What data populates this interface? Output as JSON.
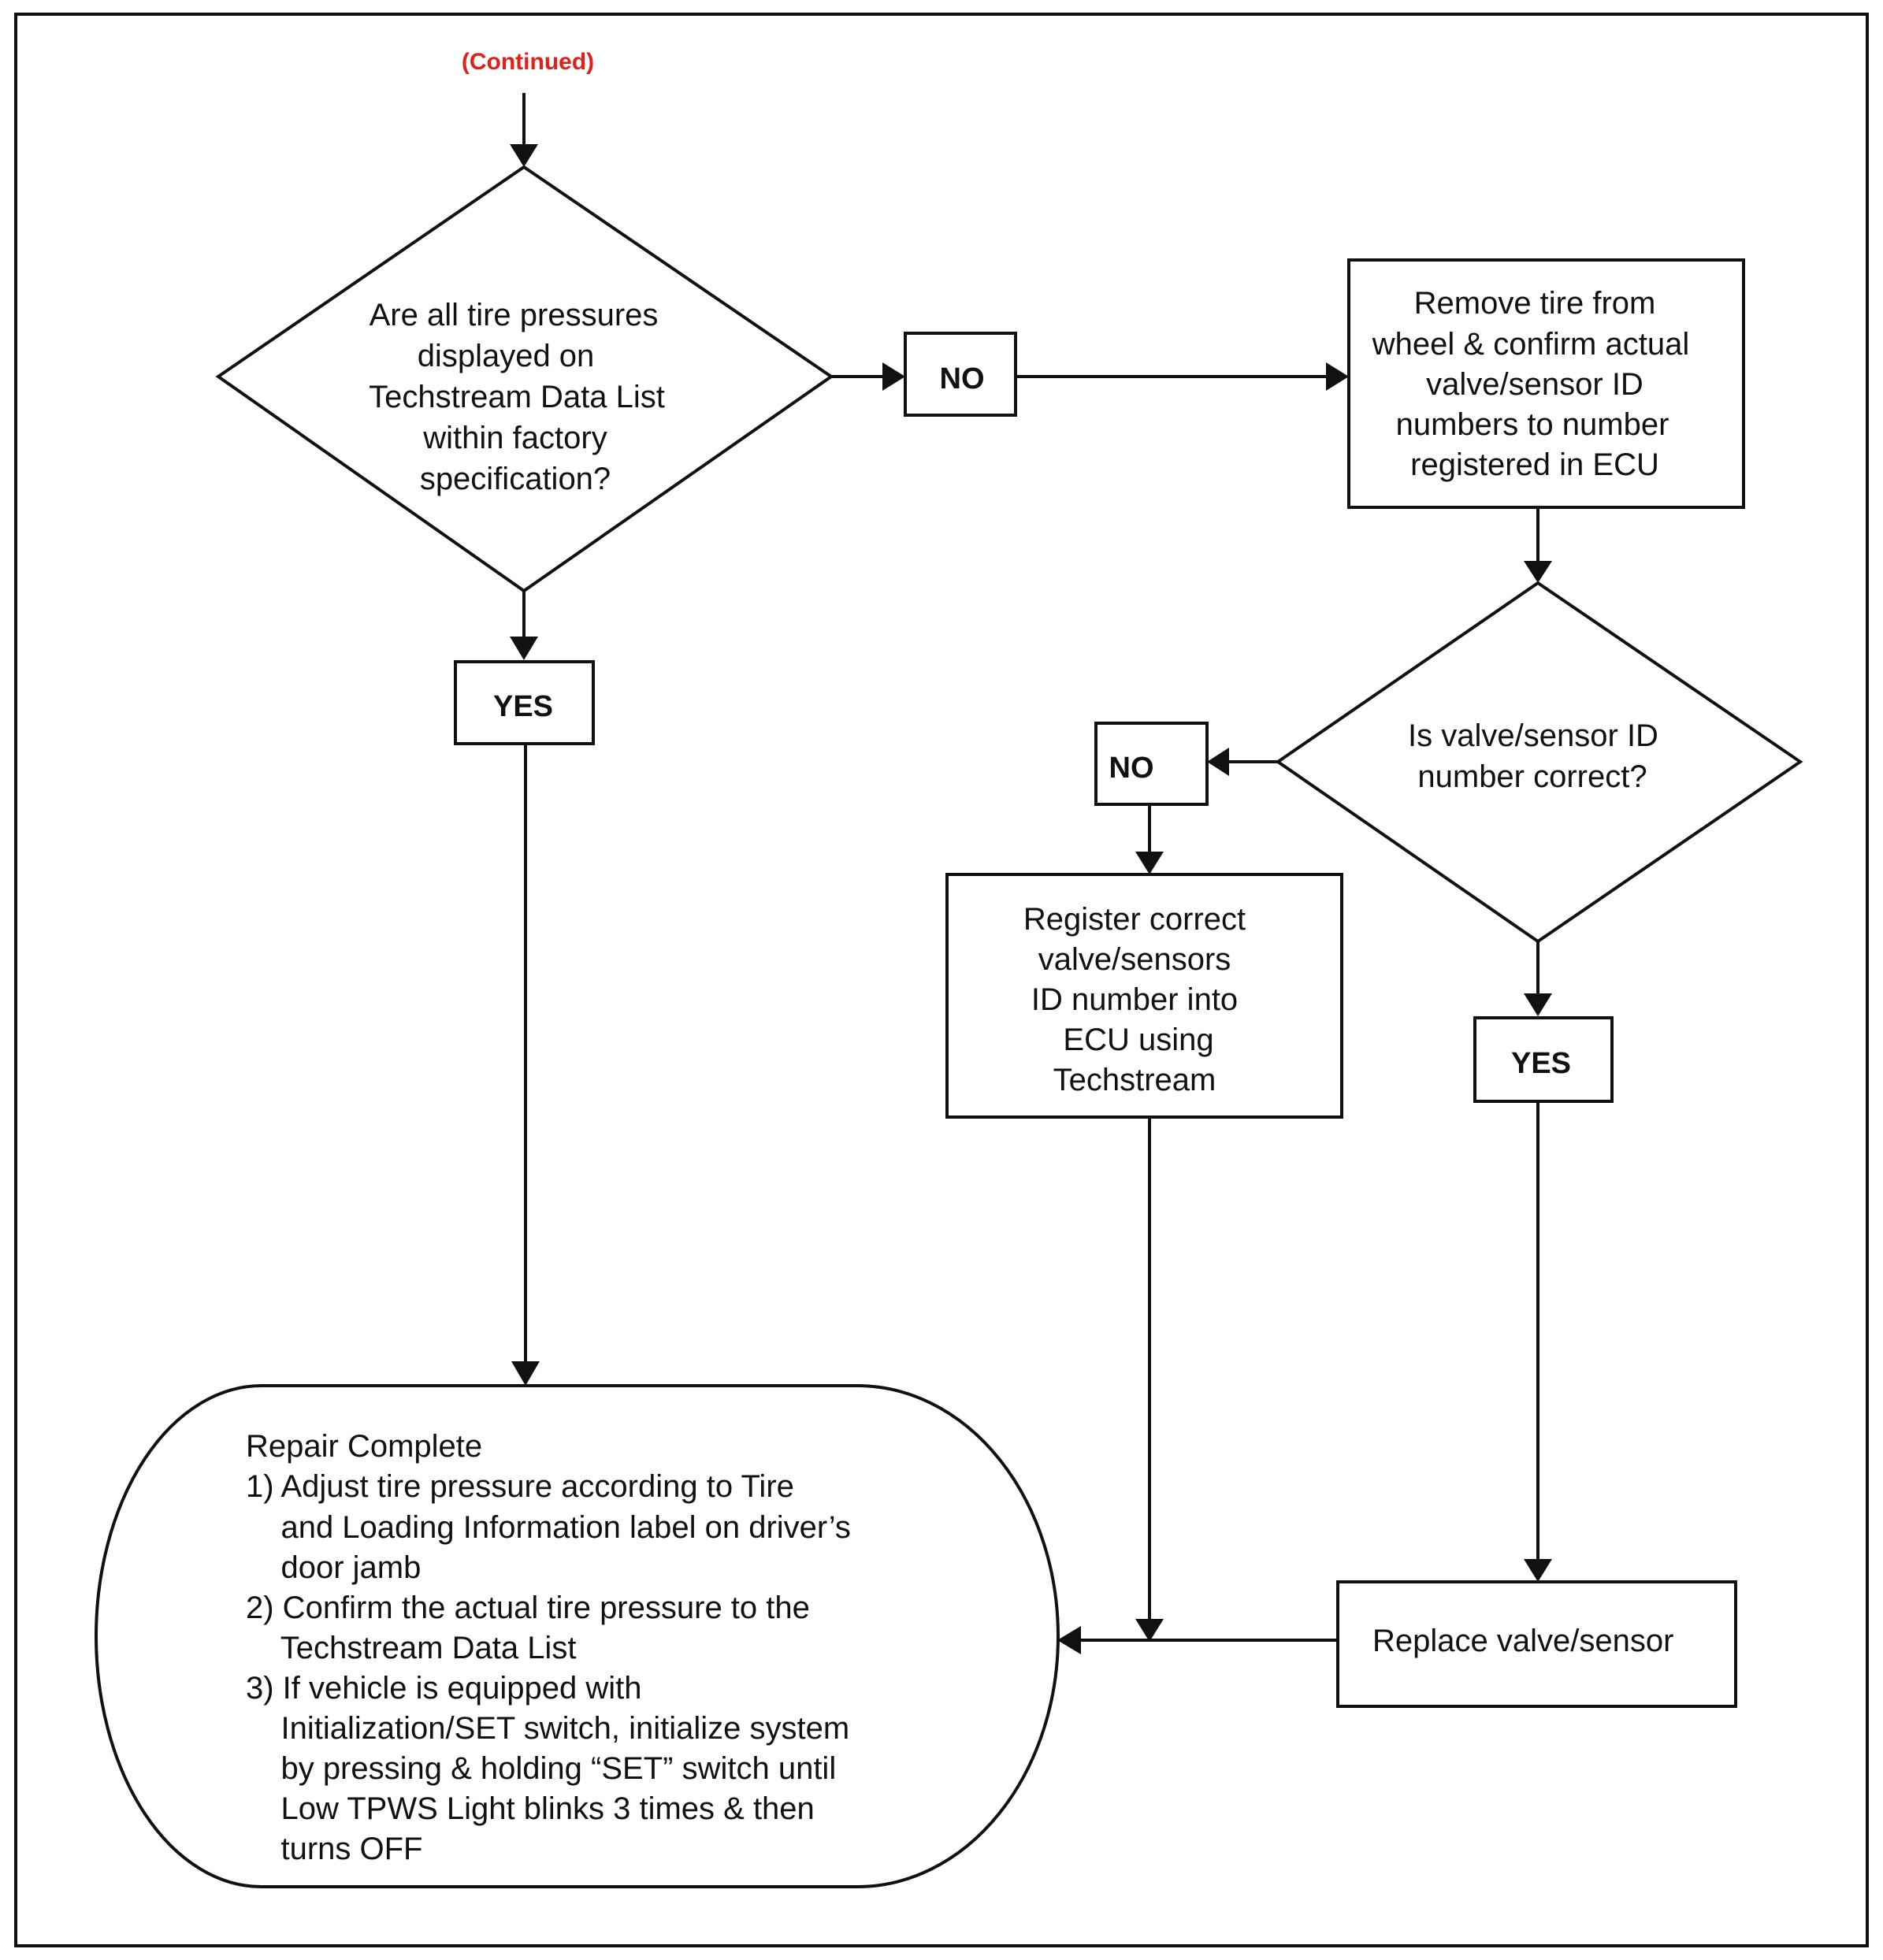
{
  "colors": {
    "continued": "#e0201a",
    "ink": "#111111",
    "background": "#ffffff"
  },
  "continued": "(Continued)",
  "decision1": {
    "lines": [
      "Are all tire pressures",
      "displayed on",
      "Techstream Data List",
      "within factory",
      "specification?"
    ]
  },
  "yes1": "YES",
  "no1": "NO",
  "box_remove": {
    "lines": [
      "Remove tire from",
      "wheel & confirm actual",
      "valve/sensor ID",
      "numbers to number",
      "registered in ECU"
    ]
  },
  "decision2": {
    "lines": [
      "Is valve/sensor ID",
      "number correct?"
    ]
  },
  "no2": "NO",
  "yes2": "YES",
  "box_register": {
    "lines": [
      "Register correct",
      "valve/sensors",
      "ID number into",
      "ECU using",
      "Techstream"
    ]
  },
  "box_replace": {
    "lines": [
      "Replace valve/sensor"
    ]
  },
  "terminal": {
    "lines": [
      "Repair Complete",
      "1) Adjust tire pressure according to Tire",
      "    and Loading Information label on driver’s",
      "    door jamb",
      "2) Confirm the actual tire pressure to the",
      "    Techstream Data List",
      "3) If vehicle is equipped with",
      "    Initialization/SET switch, initialize system",
      "    by pressing & holding “SET” switch until",
      "    Low TPWS Light blinks 3 times & then",
      "    turns OFF"
    ]
  }
}
